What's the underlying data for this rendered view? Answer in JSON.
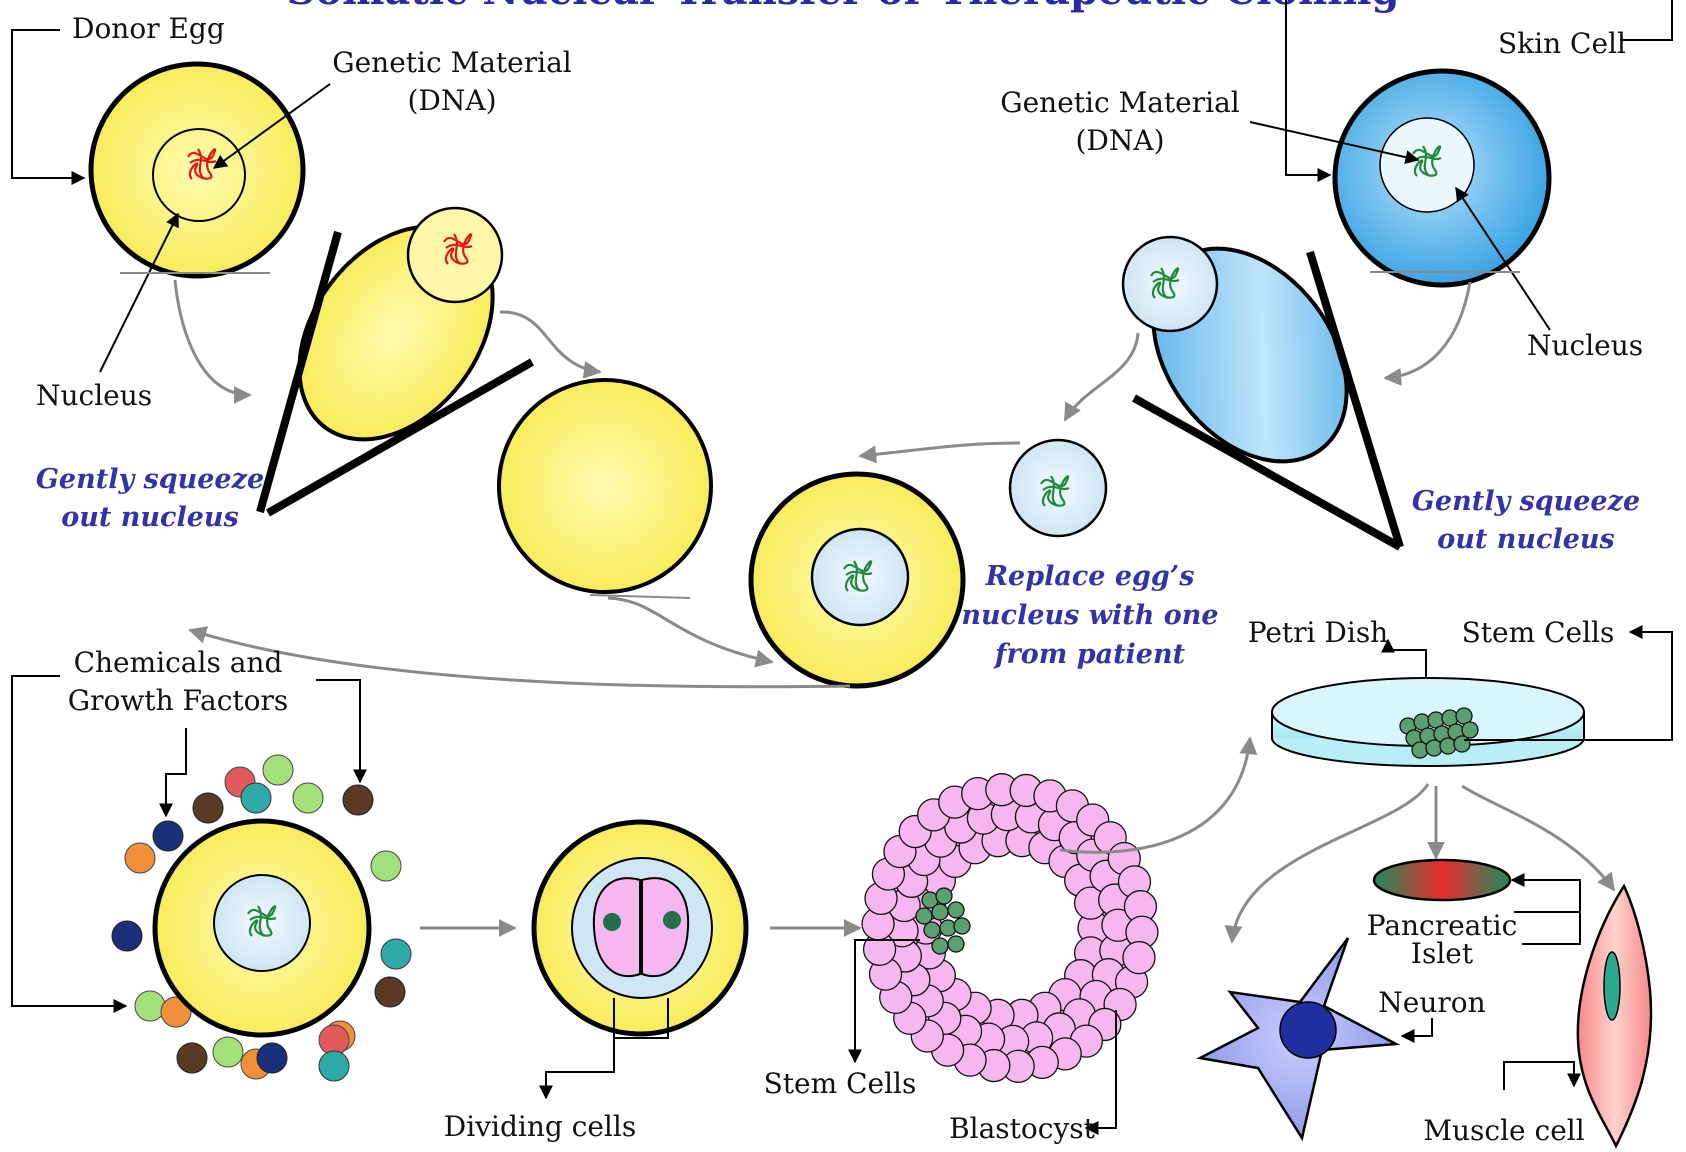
{
  "title": "Somatic Nuclear Transfer or Therapeutic Cloning",
  "labels": {
    "donor_egg": "Donor Egg",
    "genetic_material_left_1": "Genetic Material",
    "genetic_material_left_2": "(DNA)",
    "nucleus_left": "Nucleus",
    "skin_cell": "Skin Cell",
    "genetic_material_right_1": "Genetic Material",
    "genetic_material_right_2": "(DNA)",
    "nucleus_right": "Nucleus",
    "chemicals_1": "Chemicals and",
    "chemicals_2": "Growth Factors",
    "petri_dish": "Petri Dish",
    "stem_cells_dish": "Stem Cells",
    "pancreatic_1": "Pancreatic",
    "pancreatic_2": "Islet",
    "neuron": "Neuron",
    "muscle_cell": "Muscle cell",
    "dividing_cells": "Dividing cells",
    "stem_cells_blast": "Stem Cells",
    "blastocyst": "Blastocyst"
  },
  "captions": {
    "squeeze_left_1": "Gently squeeze",
    "squeeze_left_2": "out nucleus",
    "squeeze_right_1": "Gently squeeze",
    "squeeze_right_2": "out nucleus",
    "replace_1": "Replace egg’s",
    "replace_2": "nucleus with one",
    "replace_3": "from patient"
  },
  "colors": {
    "egg_yellow": "#fbf37a",
    "skin_blue": "#5ab6ea",
    "nucleus_pale": "#dff0f7",
    "dna_red": "#e01818",
    "dna_green": "#1f8a3a",
    "blastocyst_pink": "#f6b6ee",
    "caption_blue": "#3333a8",
    "arrow_gray": "#8a8a8a"
  }
}
